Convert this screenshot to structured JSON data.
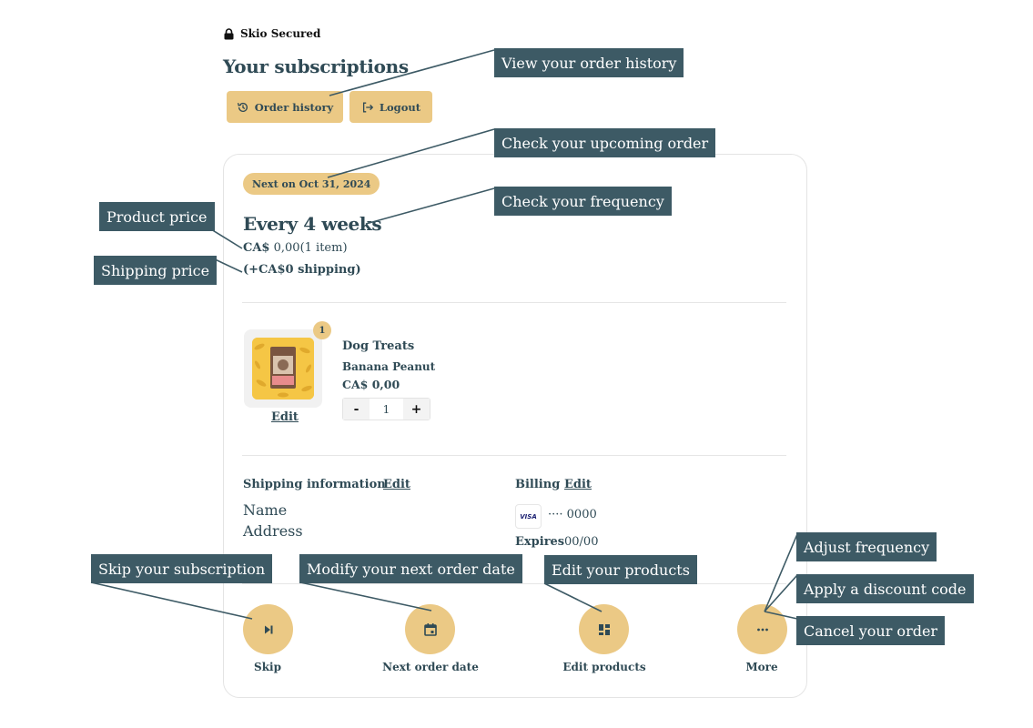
{
  "header": {
    "secured_label": "Skio Secured",
    "title": "Your subscriptions",
    "order_history_label": "Order history",
    "logout_label": "Logout"
  },
  "subscription": {
    "next_badge": "Next on Oct 31, 2024",
    "frequency": "Every 4 weeks",
    "price_amount": "CA$",
    "price_value": "0,00",
    "item_count": "(1 item)",
    "shipping": "(+CA$0 shipping)"
  },
  "product": {
    "quantity_badge": "1",
    "name": "Dog Treats",
    "variant": "Banana Peanut",
    "price": "CA$ 0,00",
    "edit_label": "Edit",
    "quantity": "1",
    "minus": "-",
    "plus": "+"
  },
  "shipping_info": {
    "title": "Shipping information",
    "edit_label": "Edit",
    "name": "Name",
    "address": "Address"
  },
  "billing": {
    "title": "Billing",
    "edit_label": "Edit",
    "card_brand": "VISA",
    "card_number": "···· 0000",
    "expires_label": "Expires",
    "expires_value": "00/00"
  },
  "actions": {
    "skip": "Skip",
    "next_order_date": "Next order date",
    "edit_products": "Edit products",
    "more": "More"
  },
  "callouts": {
    "order_history": "View your order history",
    "upcoming_order": "Check your upcoming order",
    "frequency": "Check your frequency",
    "product_price": "Product price",
    "shipping_price": "Shipping price",
    "skip": "Skip your subscription",
    "modify_date": "Modify your next order date",
    "edit_products": "Edit your products",
    "adjust_frequency": "Adjust frequency",
    "discount_code": "Apply a discount code",
    "cancel_order": "Cancel your order"
  },
  "colors": {
    "accent": "#ebc985",
    "text": "#2f4a55",
    "callout_bg": "#3d5a65"
  }
}
